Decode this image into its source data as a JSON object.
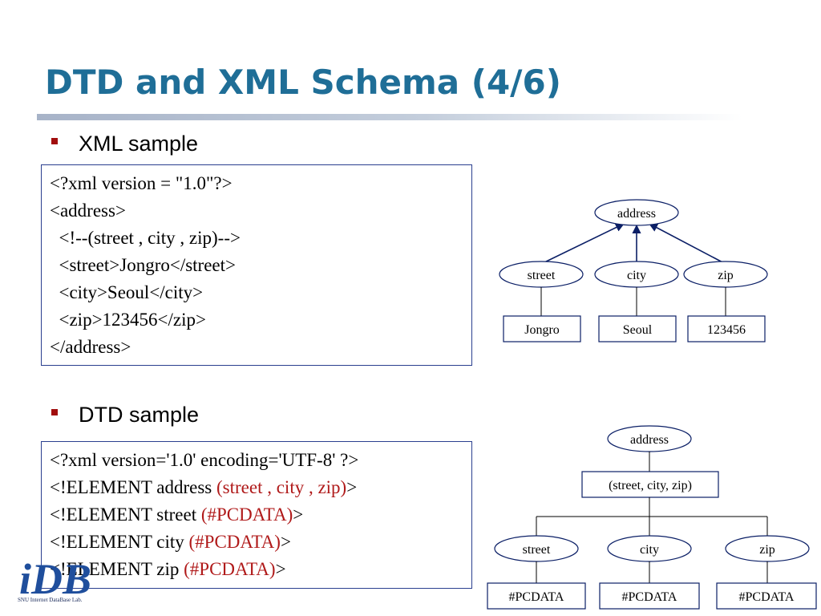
{
  "title": "DTD and XML Schema (4/6)",
  "bullets": {
    "xml": "XML sample",
    "dtd": "DTD sample"
  },
  "xml_code": [
    "<?xml version = \"1.0\"?>",
    "<address>",
    "  <!--(street , city , zip)-->",
    "  <street>Jongro</street>",
    "  <city>Seoul</city>",
    "  <zip>123456</zip>",
    "</address>"
  ],
  "dtd_code": [
    {
      "plain": "<?xml version='1.0' encoding='UTF-8' ?>",
      "highlight": "",
      "tail": ""
    },
    {
      "plain": "<!ELEMENT address ",
      "highlight": "(street , city , zip)",
      "tail": ">"
    },
    {
      "plain": "<!ELEMENT street ",
      "highlight": "(#PCDATA)",
      "tail": ">"
    },
    {
      "plain": "<!ELEMENT city ",
      "highlight": "(#PCDATA)",
      "tail": ">"
    },
    {
      "plain": "<!ELEMENT zip ",
      "highlight": "(#PCDATA)",
      "tail": ">"
    }
  ],
  "xml_tree": {
    "root": "address",
    "children": [
      "street",
      "city",
      "zip"
    ],
    "values": [
      "Jongro",
      "Seoul",
      "123456"
    ]
  },
  "dtd_tree": {
    "root": "address",
    "group": "(street, city, zip)",
    "children": [
      "street",
      "city",
      "zip"
    ],
    "values": [
      "#PCDATA",
      "#PCDATA",
      "#PCDATA"
    ]
  },
  "logo": {
    "letters": "iDB",
    "caption": "SNU Internet DataBase Lab."
  },
  "colors": {
    "title": "#1f6e97",
    "bullet_mark": "#a10e0e",
    "highlight": "#b01a1a",
    "box_border": "#2a3f8f"
  }
}
